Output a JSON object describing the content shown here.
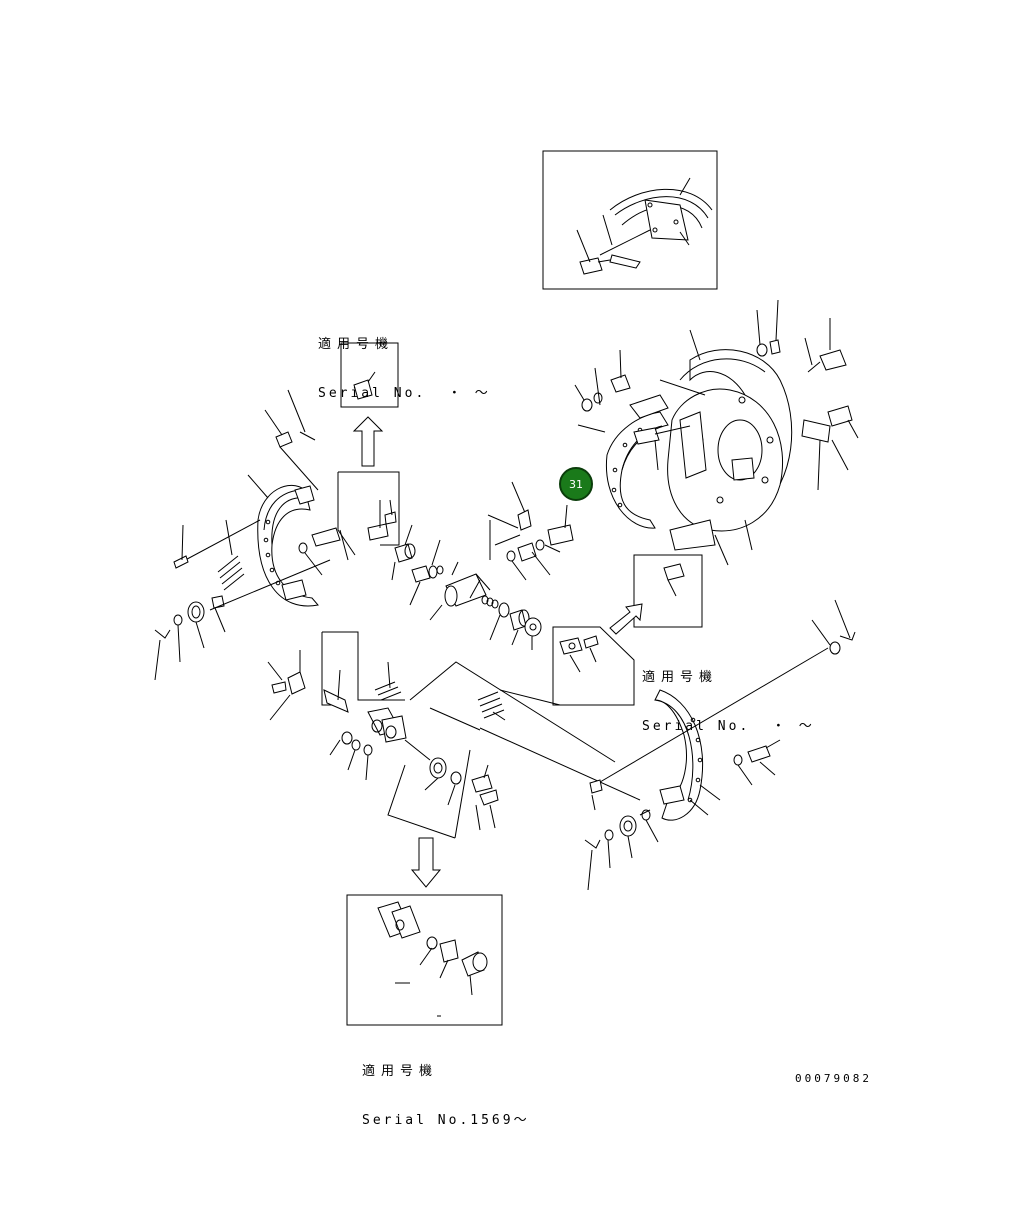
{
  "diagram": {
    "document_number": "00079082",
    "callout": {
      "label": "31",
      "color": "#1a7a1a"
    },
    "applicability_notes": [
      {
        "jp": "適用号機",
        "serial": "Serial No.  ・ ～"
      },
      {
        "jp": "適用号機",
        "serial": "Serial No.  ・ ～"
      },
      {
        "jp": "適用号機",
        "serial": "Serial No.1569～"
      }
    ]
  }
}
